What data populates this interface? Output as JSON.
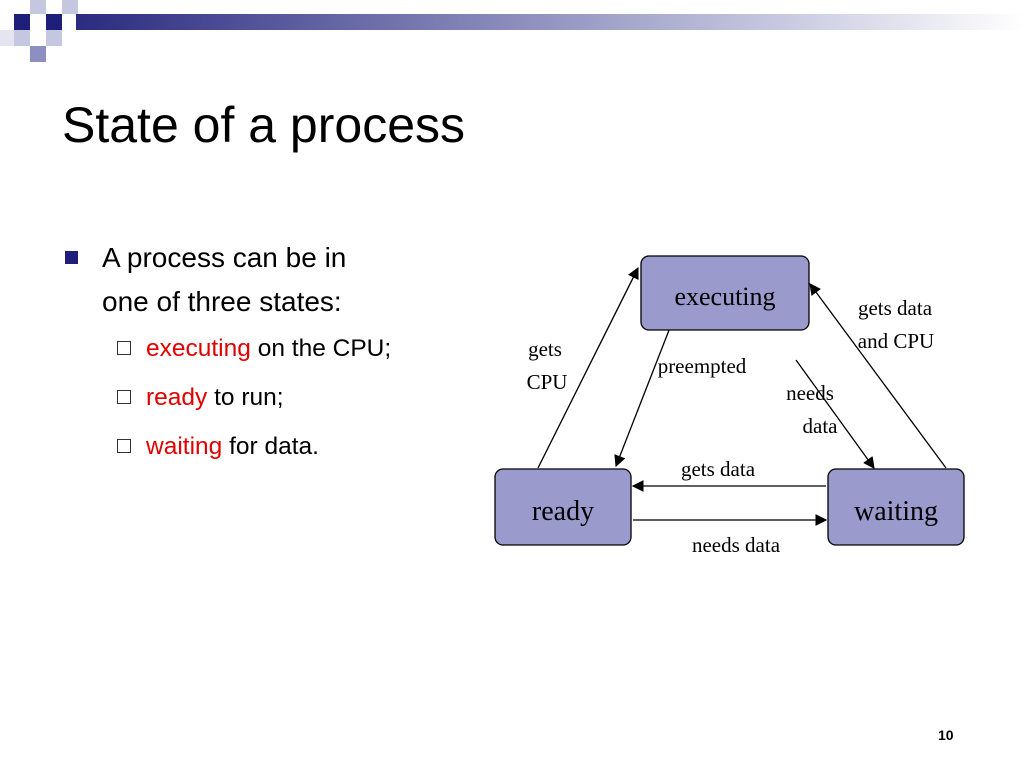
{
  "slide": {
    "title": "State of a process",
    "page_number": "10"
  },
  "bullets": {
    "main": [
      "A process can be in",
      "one of three states:"
    ],
    "items": [
      {
        "highlight": "executing",
        "rest": " on the CPU;"
      },
      {
        "highlight": "ready",
        "rest": " to run;"
      },
      {
        "highlight": "waiting",
        "rest": " for data."
      }
    ]
  },
  "diagram": {
    "states": {
      "executing": "executing",
      "ready": "ready",
      "waiting": "waiting"
    },
    "transitions": {
      "gets_cpu": [
        "gets",
        "CPU"
      ],
      "preempted": "preempted",
      "needs_data_exec": [
        "needs",
        "data"
      ],
      "gets_data_and_cpu": [
        "gets data",
        "and CPU"
      ],
      "gets_data": "gets data",
      "needs_data": "needs data"
    }
  },
  "colors": {
    "state_fill": "#9a9acd",
    "highlight": "#e00000",
    "bullet": "#1f1f7a"
  }
}
